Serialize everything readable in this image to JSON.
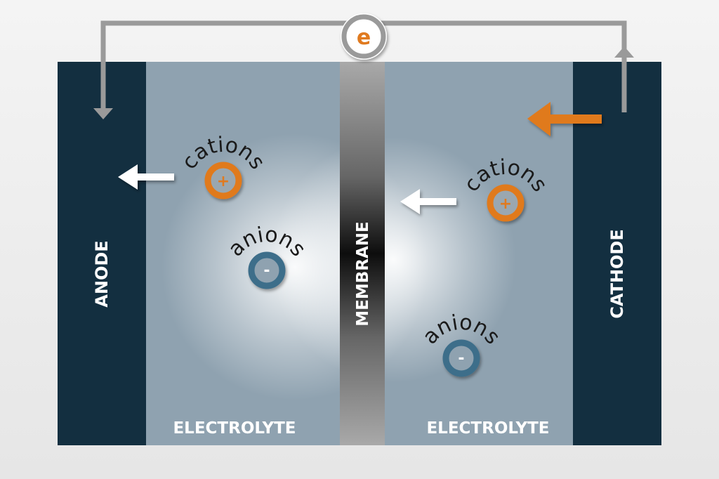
{
  "labels": {
    "anode": "ANODE",
    "cathode": "CATHODE",
    "membrane": "MEMBRANE",
    "electrolyte_left": "ELECTROLYTE",
    "electrolyte_right": "ELECTROLYTE"
  },
  "ions": {
    "cations_left": {
      "word": "cations",
      "sign": "+"
    },
    "anions_left": {
      "word": "anions",
      "sign": "-"
    },
    "cations_right": {
      "word": "cations",
      "sign": "+"
    },
    "anions_right": {
      "word": "anions",
      "sign": "-"
    }
  },
  "electron": {
    "symbol": "e"
  },
  "colors": {
    "electrode": "#132f40",
    "electrolyte": "#8fa2b0",
    "membrane": "#a8a8a8",
    "wire": "#9a9a9a",
    "cation": "#e07a1f",
    "anion": "#3d6e8a",
    "arrow_orange": "#e07a1f",
    "arrow_white": "#ffffff"
  }
}
